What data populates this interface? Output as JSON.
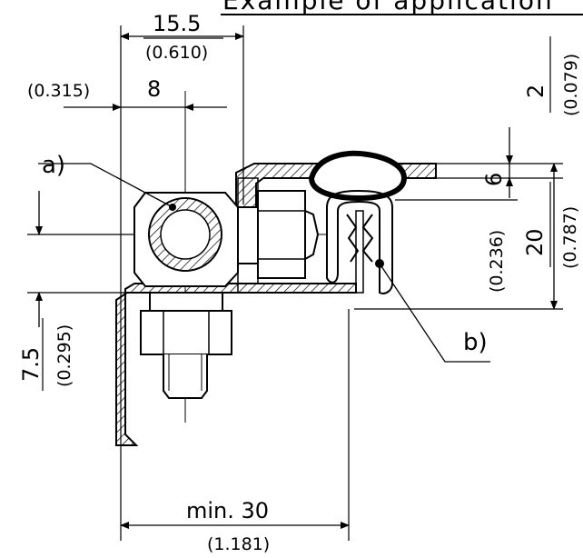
{
  "title": "Example of application",
  "dimensions": {
    "top_width": {
      "value": "15.5",
      "inch": "(0.610)"
    },
    "bolt_offset": {
      "value": "8",
      "inch": "(0.315)"
    },
    "side_height": {
      "value": "7.5",
      "inch": "(0.295)"
    },
    "min_width": {
      "value": "min. 30",
      "inch": "(1.181)"
    },
    "top_gap": {
      "value": "2",
      "inch": "(0.079)"
    },
    "seal_height": {
      "value": "6",
      "inch": "(0.236)"
    },
    "total_height": {
      "value": "20",
      "inch": "(0.787)"
    }
  },
  "callouts": {
    "a": "a)",
    "b": "b)"
  }
}
